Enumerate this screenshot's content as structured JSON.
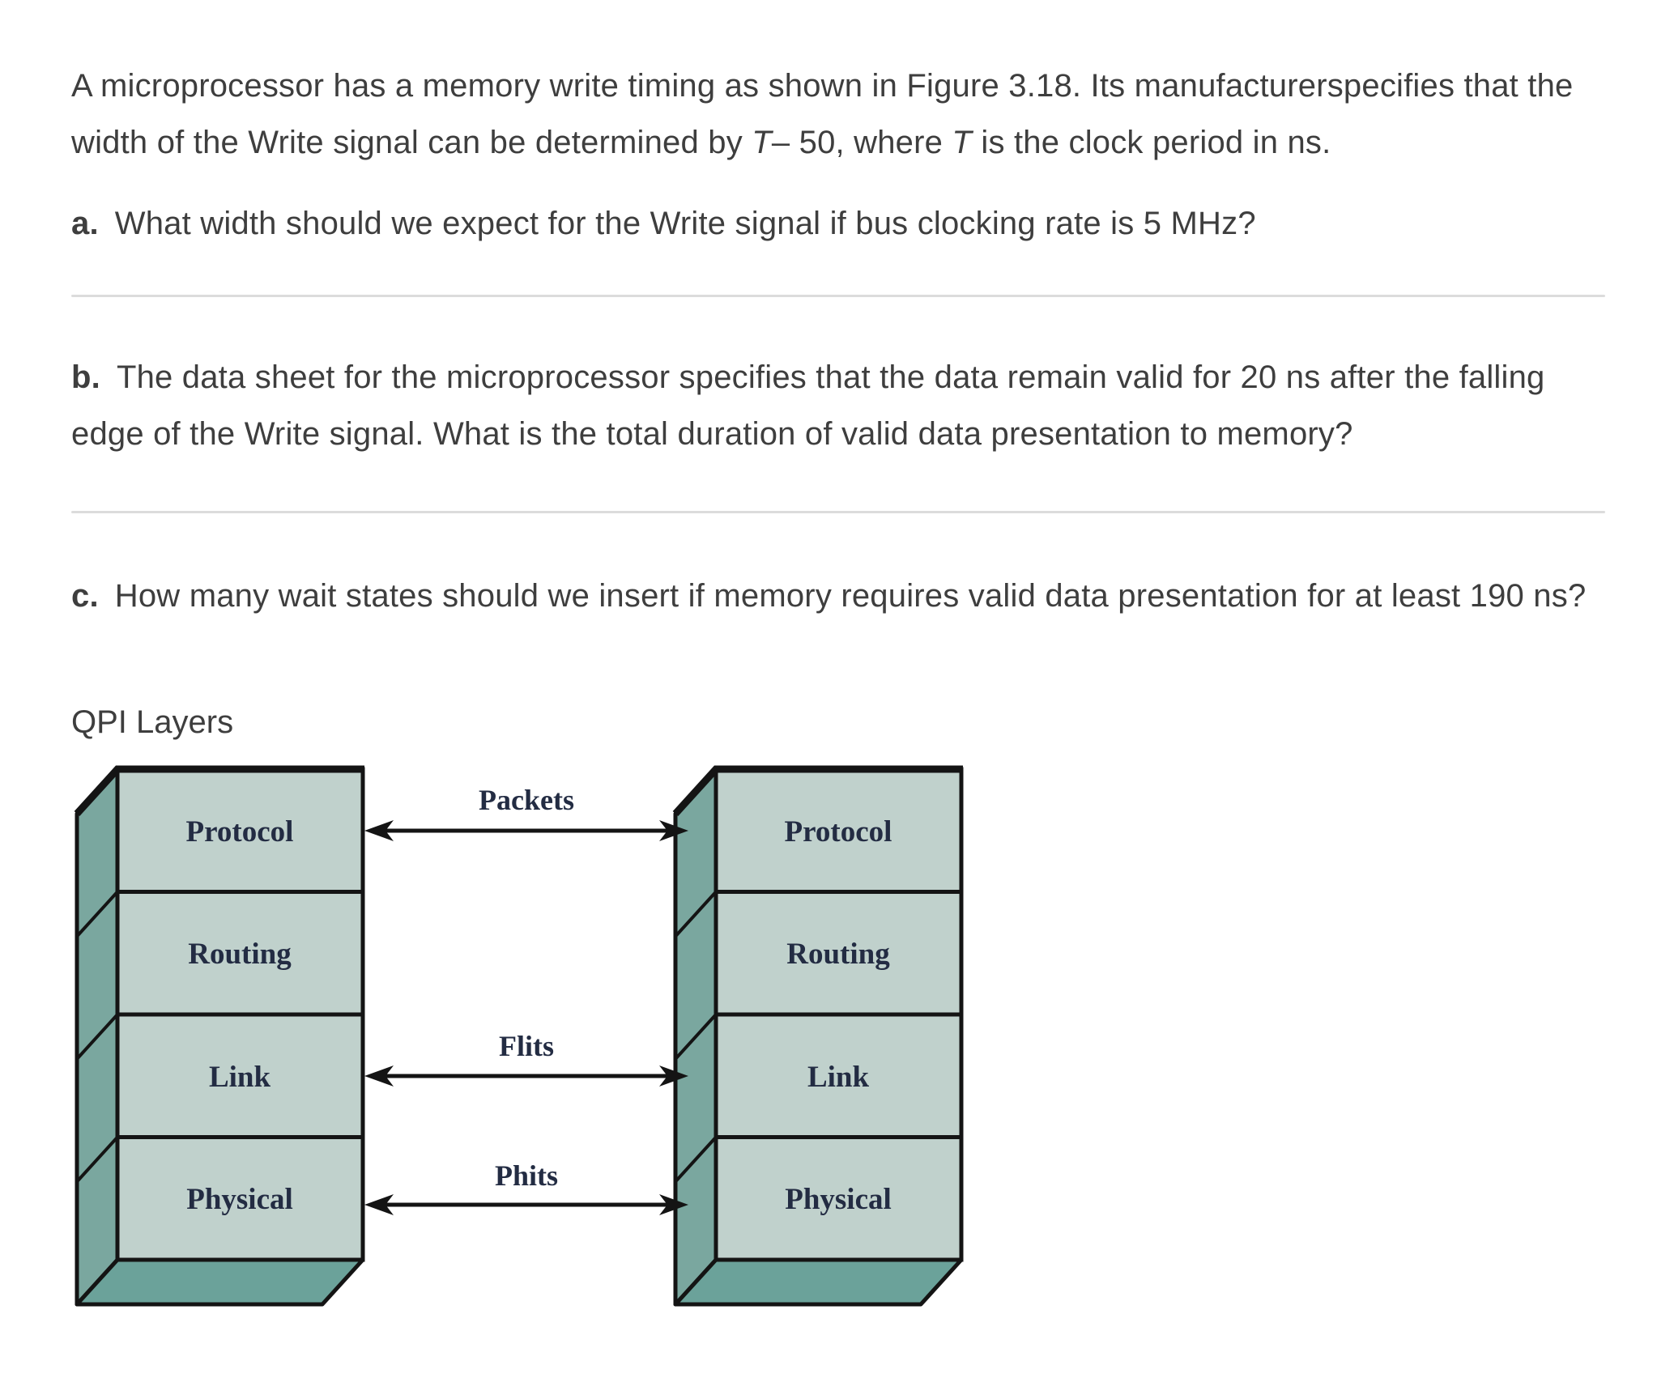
{
  "page": {
    "background": "#ffffff",
    "text_color": "#3e3e3e",
    "divider_color": "#dcdcdc"
  },
  "problem": {
    "intro": {
      "part1": "A microprocessor has a memory write timing as shown in Figure 3.18. Its manufacturerspecifies that the width of the Write signal can be determined by ",
      "var1": "T",
      "part2": "– 50, where ",
      "var2": "T",
      "part3": " is the clock period in ns."
    },
    "questions": [
      {
        "label": "a.",
        "text": "What width should we expect for the Write signal if bus clocking rate is 5 MHz?"
      },
      {
        "label": "b.",
        "text": "The data sheet for the microprocessor specifies that the data remain valid for 20 ns after the falling edge of the Write signal. What is the total duration of valid data presentation to memory?"
      },
      {
        "label": "c.",
        "text": "How many wait states should we insert if memory requires valid data presentation for at least 190 ns?"
      }
    ]
  },
  "diagram": {
    "title": "QPI Layers",
    "stacks": [
      {
        "name": "left",
        "layers": [
          "Protocol",
          "Routing",
          "Link",
          "Physical"
        ]
      },
      {
        "name": "right",
        "layers": [
          "Protocol",
          "Routing",
          "Link",
          "Physical"
        ]
      }
    ],
    "arrows": [
      {
        "label": "Packets",
        "connects": "Protocol to Protocol"
      },
      {
        "label": "Flits",
        "connects": "Link to Link"
      },
      {
        "label": "Phits",
        "connects": "Physical to Physical"
      }
    ],
    "colors": {
      "face": "#c0d1cc",
      "side": "#7aa79f",
      "bottom": "#6ba29a",
      "border": "#141414",
      "label": "#232c43"
    }
  }
}
